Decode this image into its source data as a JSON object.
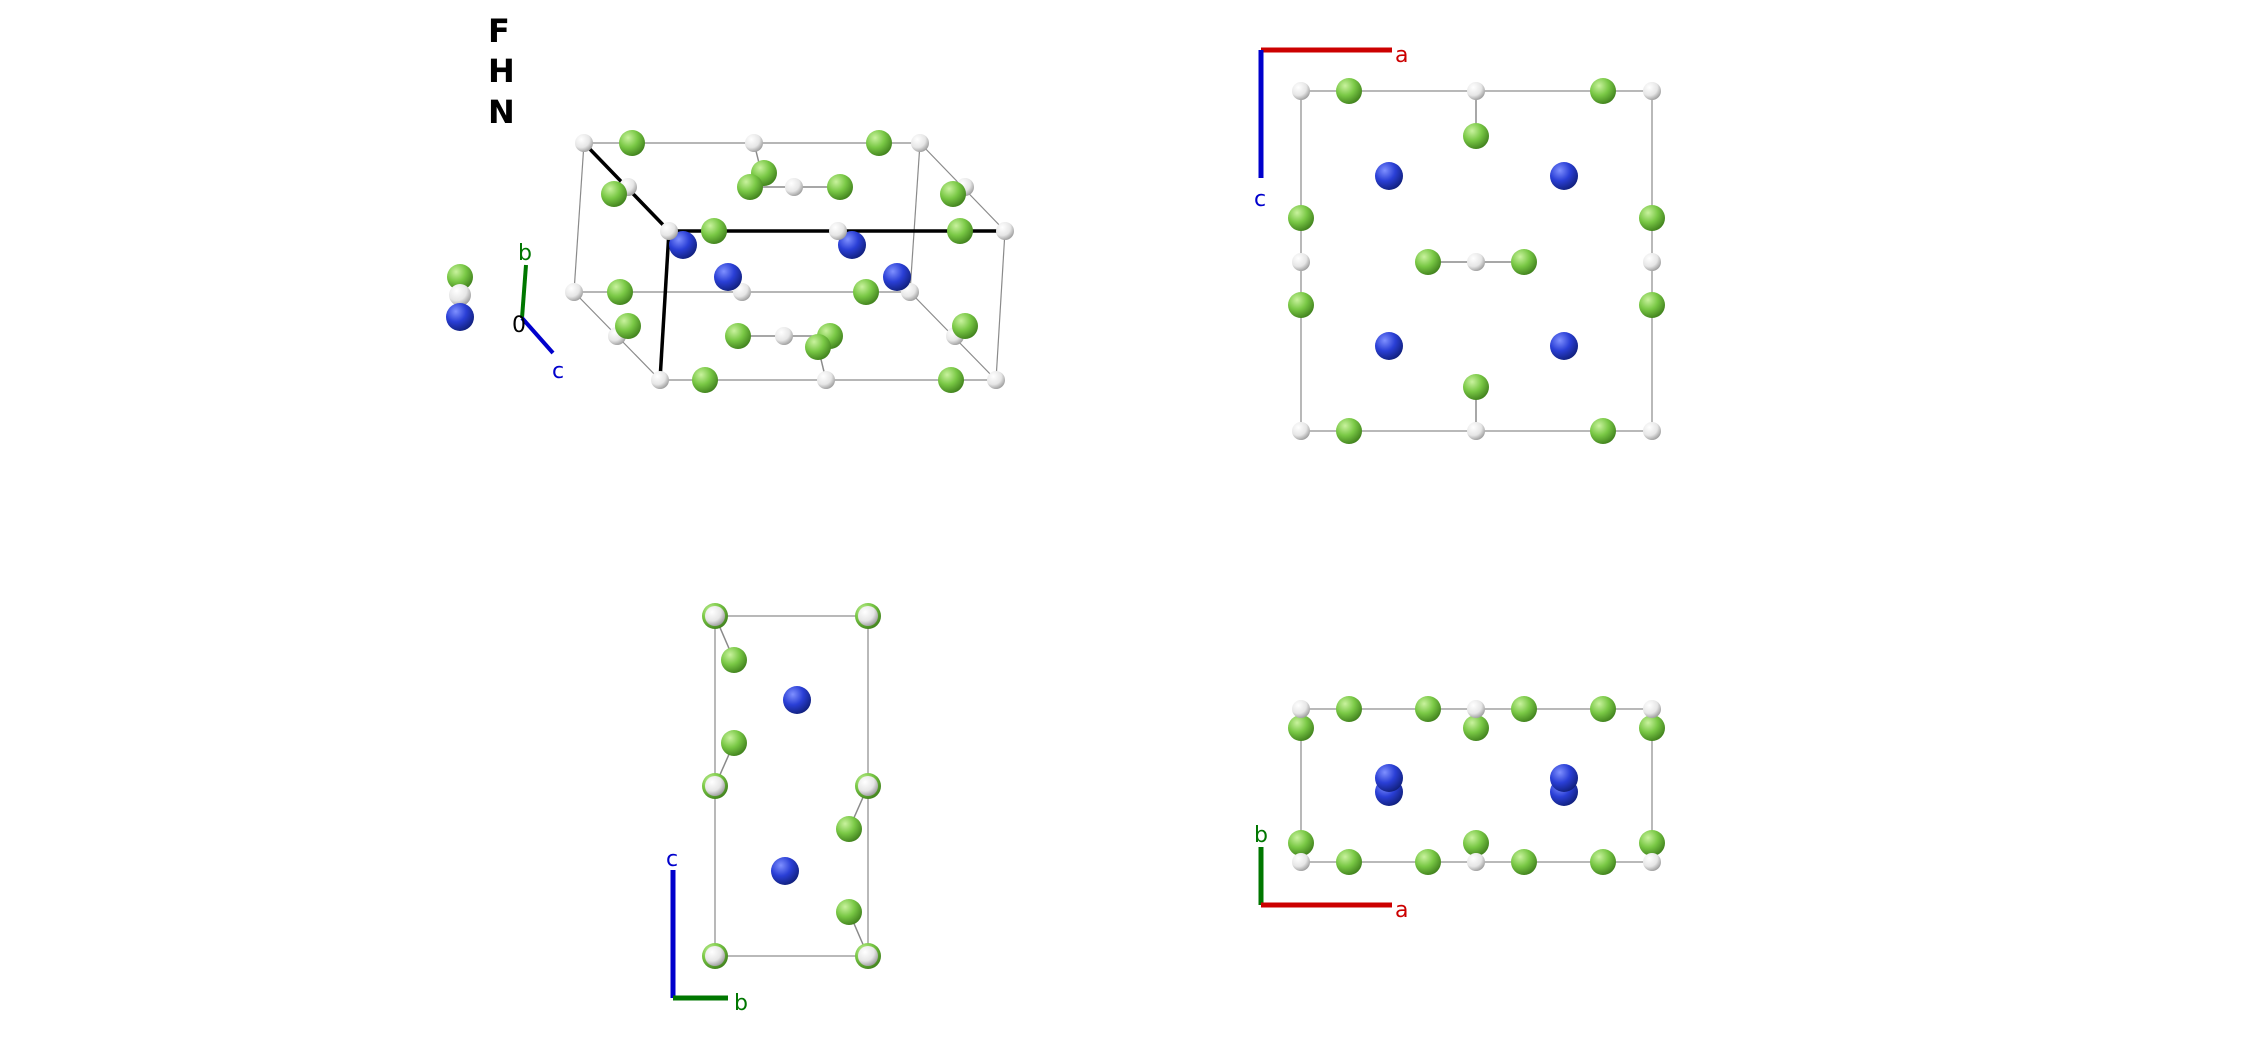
{
  "legend": {
    "elements": [
      "F",
      "H",
      "N"
    ],
    "colors": {
      "F": "#79c845",
      "H": "#f2f2f2",
      "N": "#2a3fd6"
    }
  },
  "axis_colors": {
    "a": "#cc0000",
    "b": "#007700",
    "c": "#0000cc",
    "origin": "#000000"
  },
  "views": {
    "perspective": {
      "axes": [
        "b",
        "c"
      ],
      "origin_label": "0"
    },
    "along_b": {
      "axes": [
        "a",
        "c"
      ]
    },
    "along_a": {
      "axes": [
        "c",
        "b"
      ]
    },
    "along_c": {
      "axes": [
        "b",
        "a"
      ]
    }
  }
}
